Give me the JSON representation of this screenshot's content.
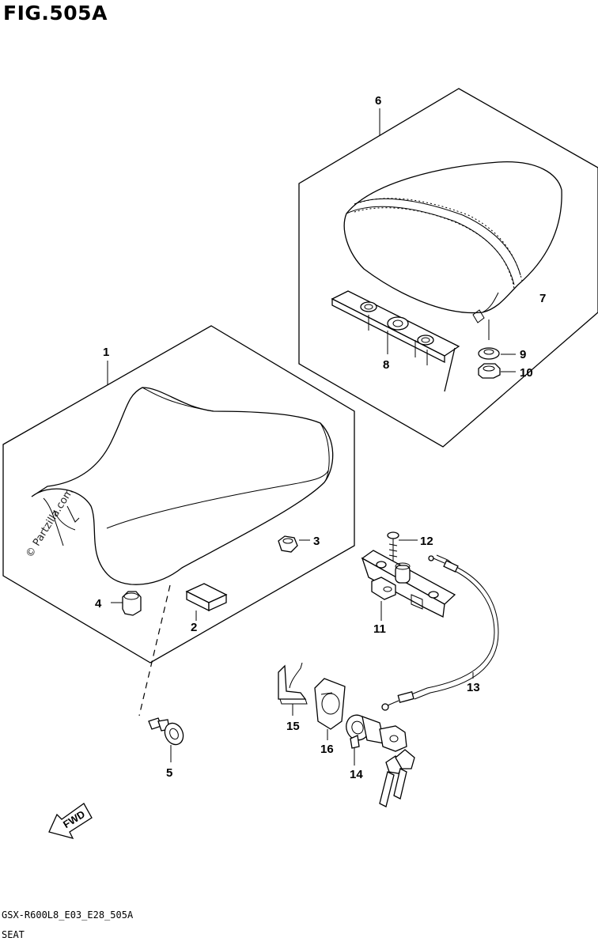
{
  "figure_title": "FIG.505A",
  "model_code": "GSX-R600L8_E03_E28_505A",
  "caption": "SEAT",
  "watermark": "© Partzilla.com",
  "fwd_label": "FWD",
  "callouts": [
    "1",
    "2",
    "3",
    "4",
    "5",
    "6",
    "7",
    "8",
    "9",
    "10",
    "11",
    "12",
    "13",
    "14",
    "15",
    "16"
  ]
}
